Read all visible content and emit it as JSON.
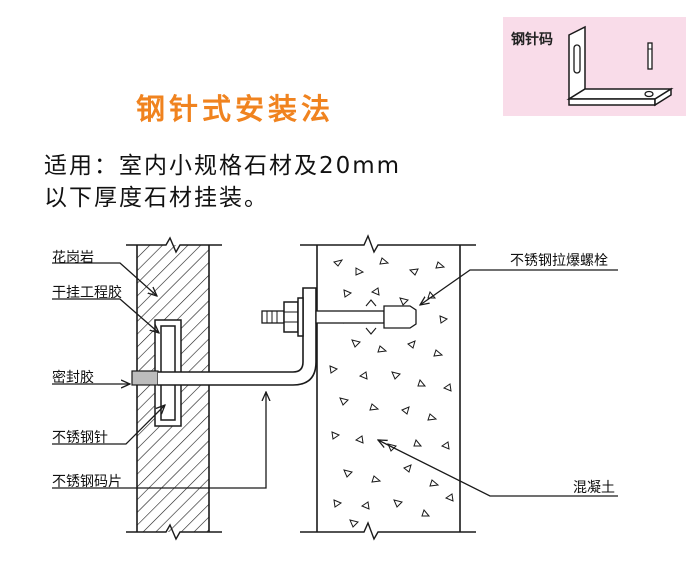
{
  "title": "钢针式安装法",
  "description": {
    "line1": "适用：室内小规格石材及20mm",
    "line2": "以下厚度石材挂装。"
  },
  "inset": {
    "label": "钢针码"
  },
  "labels": {
    "granite": "花岗岩",
    "adhesive": "干挂工程胶",
    "sealant": "密封胶",
    "steel_pin": "不锈钢针",
    "steel_bracket": "不锈钢码片",
    "expansion_bolt": "不锈钢拉爆螺栓",
    "concrete": "混凝土"
  },
  "colors": {
    "title": "#f0831f",
    "inset_background": "#f9dce9",
    "line": "#1a1a1a",
    "sealant_fill": "#bdbdbd"
  }
}
